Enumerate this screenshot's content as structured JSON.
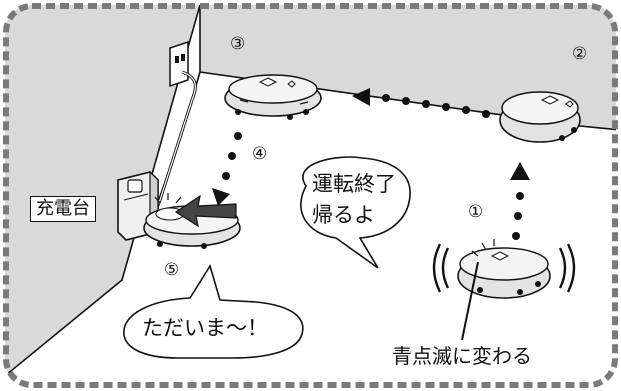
{
  "labels": {
    "charger": "充電台",
    "speech_return_line1": "運転終了",
    "speech_return_line2": "帰るよ",
    "speech_home": "ただいま～！",
    "blink_note": "青点滅に変わる"
  },
  "steps": {
    "s1": "①",
    "s2": "②",
    "s3": "③",
    "s4": "④",
    "s5": "⑤"
  },
  "colors": {
    "frame_dash": "#7a7a7a",
    "wall_shade": "#d9d9d9",
    "floor": "#ffffff",
    "robot_body": "#f1f1f1",
    "arrow_fill": "#444444",
    "dot_fill": "#111111"
  }
}
